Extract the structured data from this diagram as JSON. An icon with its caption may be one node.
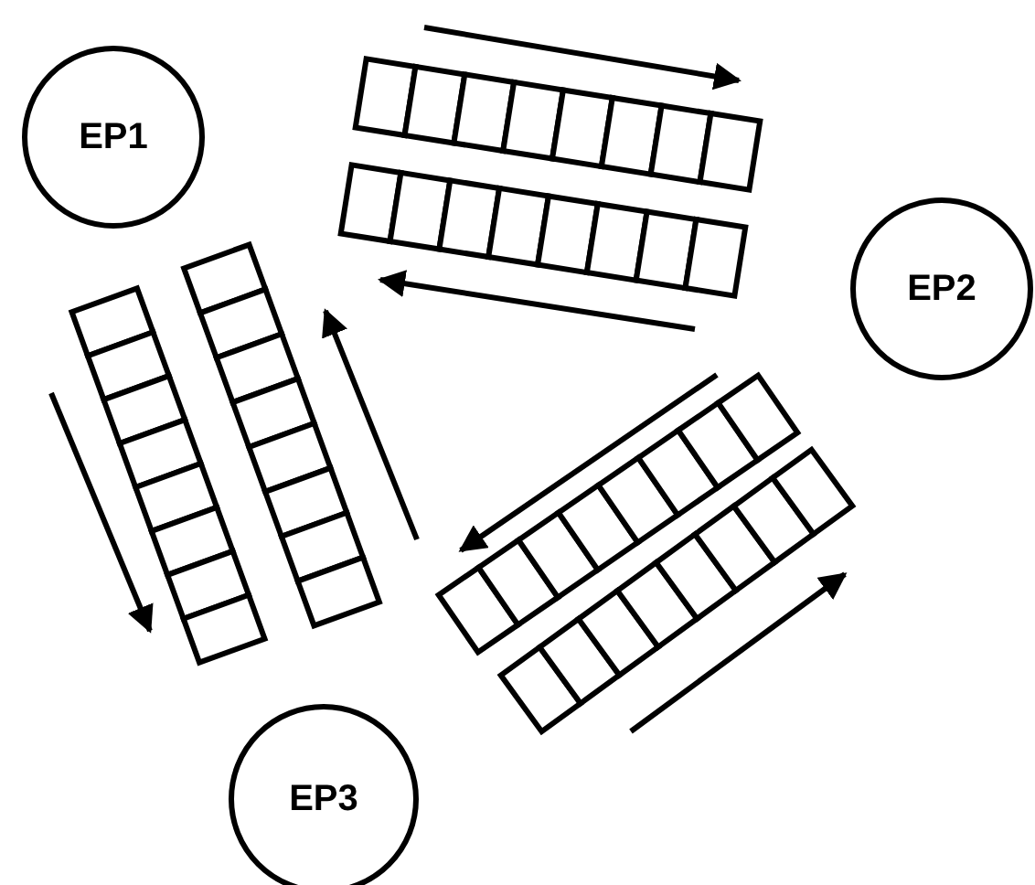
{
  "diagram": {
    "nodes": [
      {
        "text": [
          "EP1"
        ]
      },
      {
        "text": [],
        "shape": "bar"
      },
      {
        "text": [],
        "shape": "bar"
      },
      {
        "text": [
          "EP2"
        ]
      },
      {
        "text": [],
        "shape": "bar"
      },
      {
        "text": [],
        "shape": "bar"
      },
      {
        "text": [],
        "shape": "bar"
      },
      {
        "text": [],
        "shape": "bar"
      },
      {
        "text": [
          "EP3"
        ]
      }
    ]
  }
}
